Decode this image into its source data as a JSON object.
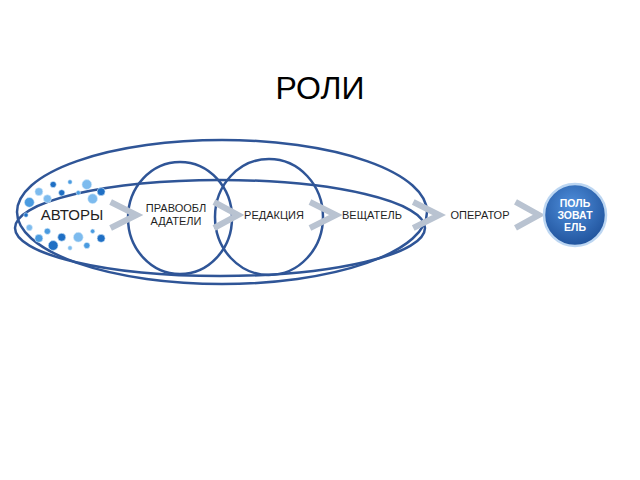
{
  "diagram": {
    "title": "РОЛИ",
    "nodes": [
      {
        "text": [
          "АВТОРЫ"
        ]
      },
      {
        "text": [
          "ПРАВООБЛ АДАТЕЛИ"
        ]
      },
      {
        "text": [
          "РЕДАКЦИЯ"
        ]
      },
      {
        "text": [
          "ВЕЩАТЕЛЬ"
        ]
      },
      {
        "text": [
          "ОПЕРАТОР"
        ]
      },
      {
        "text": [
          "ПОЛЬ ЗОВАТ ЕЛЬ"
        ]
      }
    ],
    "edges": [
      {
        "from": 0,
        "to": 1,
        "arrow": "to"
      },
      {
        "from": 1,
        "to": 2,
        "arrow": "to"
      },
      {
        "from": 2,
        "to": 3,
        "arrow": "to"
      },
      {
        "from": 3,
        "to": 4,
        "arrow": "to"
      },
      {
        "from": 4,
        "to": 5,
        "arrow": "to"
      }
    ]
  }
}
